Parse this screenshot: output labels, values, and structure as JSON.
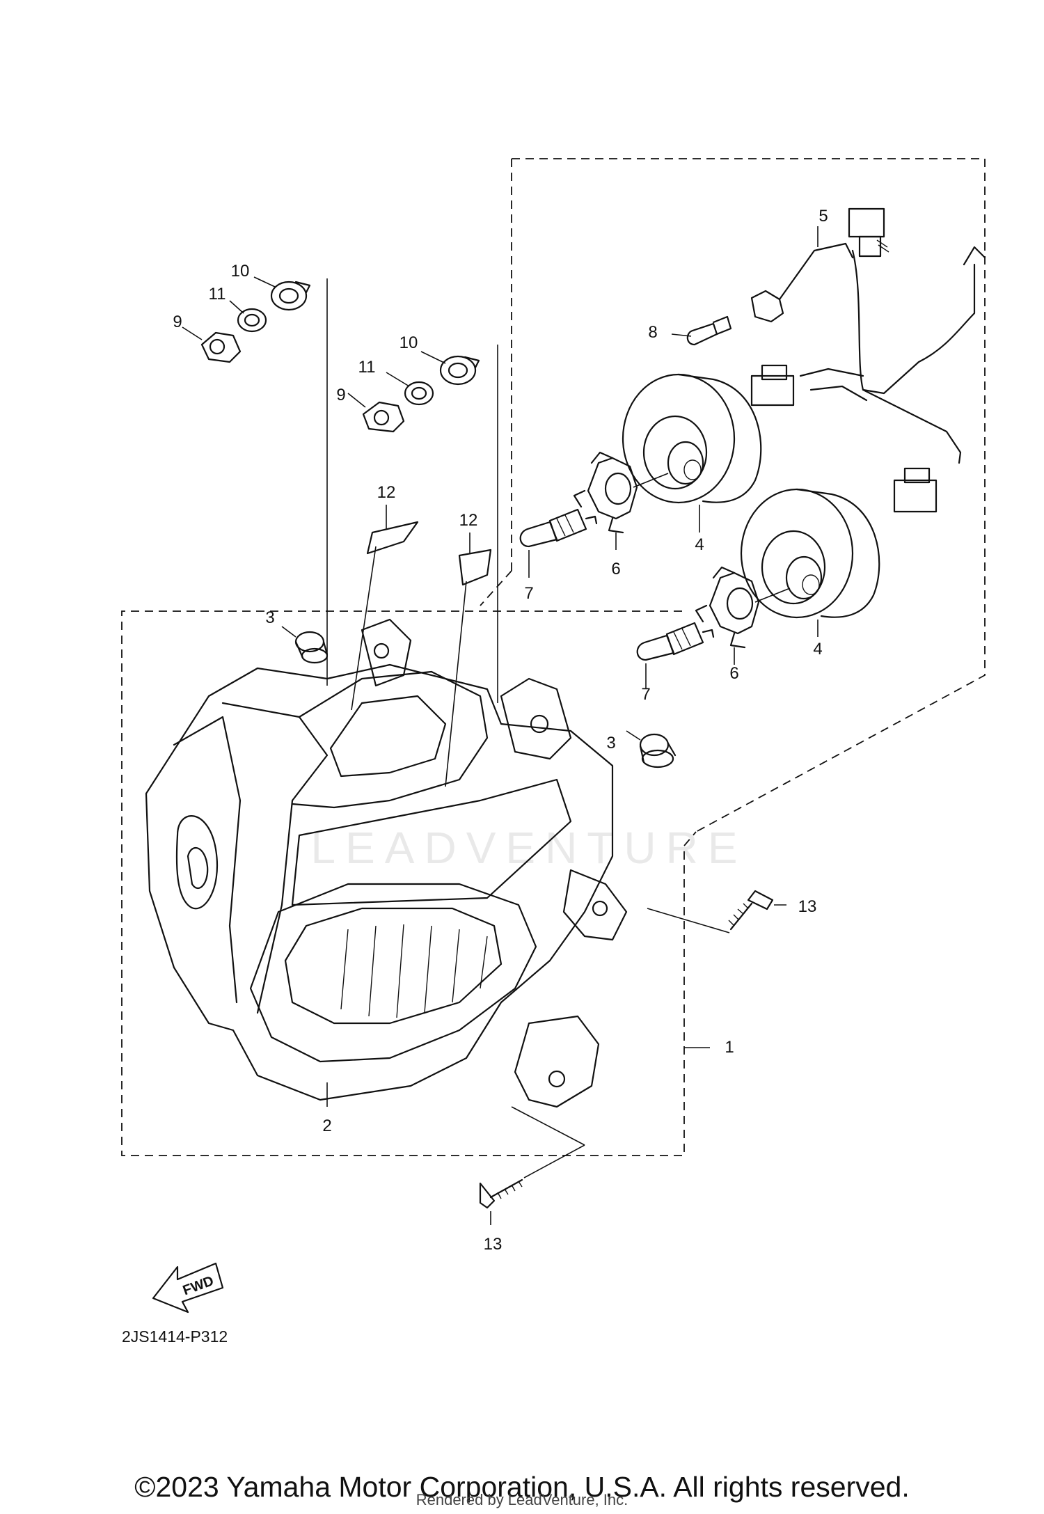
{
  "diagram_code": "2JS1414-P312",
  "fwd_label": "FWD",
  "watermark": "LEADVENTURE",
  "copyright": "©2023 Yamaha Motor Corporation, U.S.A. All rights reserved.",
  "rendered_by": "Rendered by LeadVenture, Inc.",
  "callouts": {
    "c1": "1",
    "c2": "2",
    "c3a": "3",
    "c3b": "3",
    "c4a": "4",
    "c4b": "4",
    "c5": "5",
    "c6a": "6",
    "c6b": "6",
    "c7a": "7",
    "c7b": "7",
    "c8": "8",
    "c9a": "9",
    "c9b": "9",
    "c10a": "10",
    "c10b": "10",
    "c11a": "11",
    "c11b": "11",
    "c12a": "12",
    "c12b": "12",
    "c13a": "13",
    "c13b": "13"
  }
}
